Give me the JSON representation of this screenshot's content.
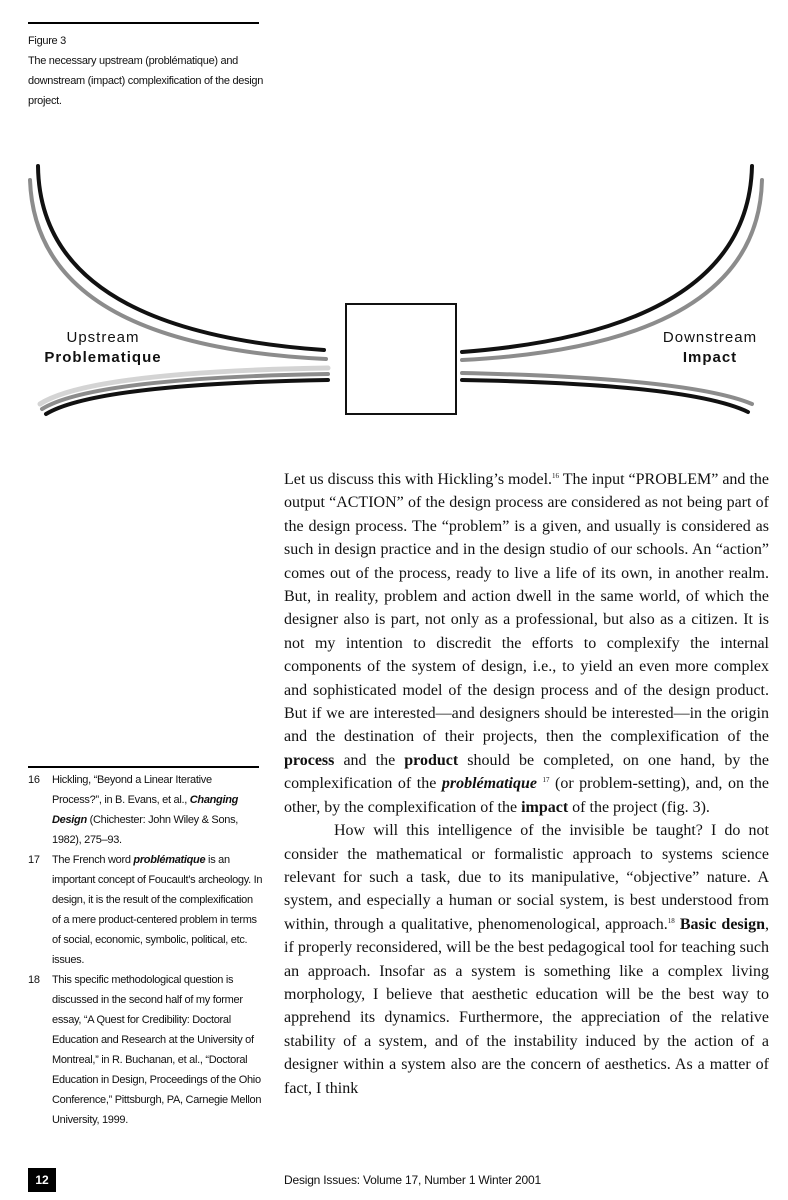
{
  "caption": {
    "label": "Figure 3",
    "text": "The necessary upstream (problématique) and downstream (impact) complexification of the design project."
  },
  "figure": {
    "upstream": {
      "line1": "Upstream",
      "line2": "Problematique"
    },
    "downstream": {
      "line1": "Downstream",
      "line2": "Impact"
    },
    "colors": {
      "black": "#111111",
      "gray": "#8c8c8c",
      "light": "#d4d4d4"
    }
  },
  "body": {
    "p1": {
      "s1": "Let us discuss this with Hickling’s model.",
      "n1": "16",
      "s2": " The input “PROBLEM” and the output “ACTION” of the design process are considered as not being part of the design process. The “problem” is a given, and usually is considered as such in design practice and in the design studio of our schools. An “action” comes out of the process, ready to live a life of its own, in another realm. But, in reality, problem and action dwell in the same world, of which the designer also is part, not only as a professional, but also as a citizen. It is not my intention to discredit the efforts to complexify the internal components of the system of design, i.e., to yield an even more complex and sophisticated model of the design process and of the design product. But if we are interested—and designers should be interested—in the origin and the destination of their projects, then the complexification of the ",
      "b1": "process",
      "s3": " and the ",
      "b2": "product",
      "s4": " should be completed, on one hand, by the complexification of the ",
      "bi1": "problématique",
      "n2": "17",
      "s5": " (or problem-setting), and, on the other, by the complexification of the ",
      "b3": "impact",
      "s6": " of the project (fig. 3)."
    },
    "p2": {
      "s1": "How will this intelligence of the invisible be taught? I do not consider the mathematical or formalistic approach to systems science relevant for such a task, due to its manipulative, “objective” nature. A system, and especially a human or social system, is best understood from within, through a qualitative, phenomenological, approach.",
      "n1": "18",
      "b1": "Basic design",
      "s2": ", if properly reconsidered, will be the best pedagogical tool for teaching such an approach. Insofar as a system is something like a complex living morphology, I believe that aesthetic education will be the best way to apprehend its dynamics. Furthermore, the appreciation of the relative stability of a system, and of the instability induced by the action of a designer within a system also are the concern of aesthetics. As a matter of fact, I think"
    }
  },
  "footnotes": {
    "f16": {
      "num": "16",
      "s1": "Hickling, “Beyond a Linear Iterative Process?”, in B. Evans, et al., ",
      "em": "Changing Design",
      "s2": " (Chichester: John Wiley & Sons, 1982), 275–93."
    },
    "f17": {
      "num": "17",
      "s1": "The French word ",
      "em": "problématique",
      "s2": " is an important concept of Foucault’s archeology. In design, it is the result of the complexification of a mere product-centered problem in terms of social, economic, symbolic, political, etc. issues."
    },
    "f18": {
      "num": "18",
      "s1": "This specific methodological question is discussed in the second half of my former essay, “A Quest for Credibility: Doctoral Education and Research at the University of Montreal,” in R. Buchanan, et al., “Doctoral Education in Design, Proceedings of the Ohio Conference,” Pittsburgh, PA, Carnegie Mellon University, 1999."
    }
  },
  "footer": {
    "page_number": "12",
    "journal": "Design Issues:  Volume 17, Number 1  Winter 2001"
  }
}
